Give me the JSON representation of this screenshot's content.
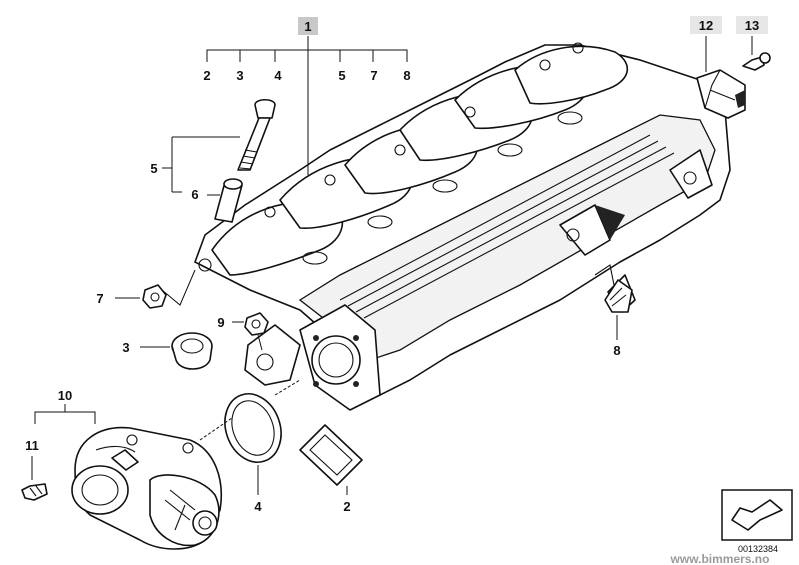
{
  "diagram": {
    "callouts": {
      "c1": "1",
      "c2_top": "2",
      "c3_top": "3",
      "c4_top": "4",
      "c5_top": "5",
      "c7_top": "7",
      "c8_top": "8",
      "c5": "5",
      "c6": "6",
      "c7": "7",
      "c3": "3",
      "c9": "9",
      "c8": "8",
      "c10": "10",
      "c11": "11",
      "c4": "4",
      "c2": "2",
      "c12": "12",
      "c13": "13"
    },
    "catalog_number": "00132384",
    "watermark": "www.bimmers.no"
  }
}
